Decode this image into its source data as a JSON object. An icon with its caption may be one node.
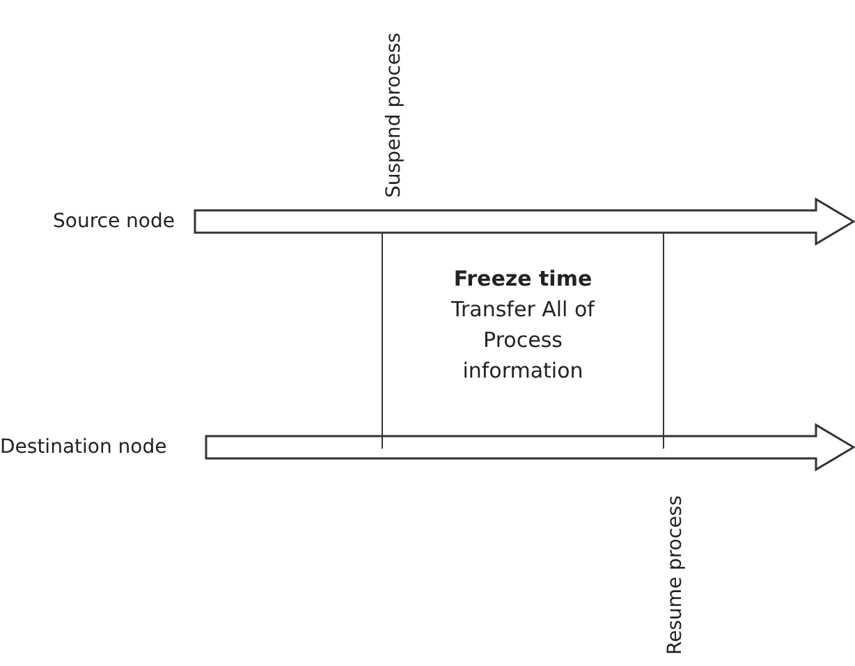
{
  "diagram": {
    "nodes": [
      {
        "text": [
          "Freeze time",
          "Transfer All of Process information"
        ]
      }
    ],
    "labels": [
      "Suspend process",
      "Source node",
      "Destination node",
      "Resume process"
    ]
  }
}
